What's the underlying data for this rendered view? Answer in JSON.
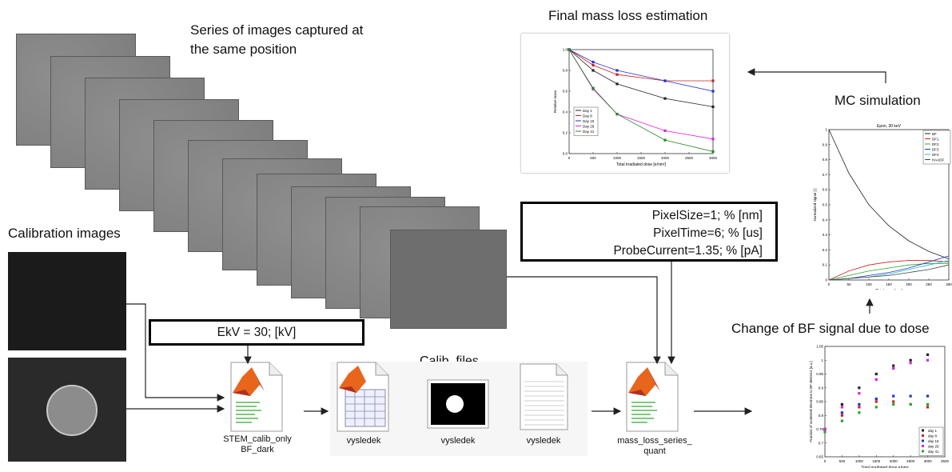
{
  "headings": {
    "final": "Final mass loss estimation",
    "series": "Series of images captured at the same position",
    "calibration": "Calibration images",
    "mc": "MC simulation",
    "bf_change": "Change of BF signal due to dose",
    "calib_files": "Calib. files"
  },
  "params_box": {
    "line1": "PixelSize=1; % [nm]",
    "line2": "PixelTime=6; % [us]",
    "line3": "ProbeCurrent=1.35; % [pA]"
  },
  "ekv_box": "EkV = 30; [kV]",
  "files": {
    "script1": "STEM_calib_only BF_dark",
    "result1": "vysledek",
    "result2": "vysledek",
    "result3": "vysledek",
    "script2": "mass_loss_series_ quant"
  },
  "colors": {
    "arrow": "#222222",
    "matlab_orange": "#e8661c",
    "matlab_red": "#b03020"
  },
  "chart_data": [
    {
      "type": "line",
      "title": "",
      "xlabel": "Total irradiated dose [e/nm²]",
      "ylabel": "Relative mass",
      "xlim": [
        0,
        3000
      ],
      "ylim": [
        0,
        1
      ],
      "x": [
        0,
        500,
        1000,
        2000,
        3000
      ],
      "series": [
        {
          "name": "Day 1",
          "color": "#222222",
          "values": [
            1.0,
            0.8,
            0.67,
            0.53,
            0.45
          ]
        },
        {
          "name": "Day 8",
          "color": "#cc2222",
          "values": [
            1.0,
            0.85,
            0.76,
            0.7,
            0.7
          ]
        },
        {
          "name": "Day 15",
          "color": "#2233cc",
          "values": [
            1.0,
            0.88,
            0.8,
            0.7,
            0.6
          ]
        },
        {
          "name": "Day 29",
          "color": "#dd22dd",
          "values": [
            1.0,
            0.62,
            0.38,
            0.22,
            0.14
          ]
        },
        {
          "name": "Day 41",
          "color": "#228822",
          "values": [
            1.0,
            0.63,
            0.38,
            0.13,
            0.02
          ]
        }
      ],
      "legend": "bottom-left"
    },
    {
      "type": "line",
      "title": "Epon, 30 keV",
      "xlabel": "Thickness [nm]",
      "ylabel": "Normalized signal [-]",
      "xlim": [
        0,
        300
      ],
      "ylim": [
        0,
        1
      ],
      "x": [
        0,
        50,
        100,
        150,
        200,
        250,
        300
      ],
      "series": [
        {
          "name": "BF",
          "color": "#222222",
          "values": [
            1.0,
            0.71,
            0.5,
            0.36,
            0.26,
            0.19,
            0.14
          ]
        },
        {
          "name": "DF1",
          "color": "#cc2222",
          "values": [
            0.0,
            0.06,
            0.1,
            0.12,
            0.13,
            0.13,
            0.12
          ]
        },
        {
          "name": "DF2",
          "color": "#22aa22",
          "values": [
            0.0,
            0.03,
            0.06,
            0.08,
            0.1,
            0.11,
            0.11
          ]
        },
        {
          "name": "DF3",
          "color": "#2233cc",
          "values": [
            0.0,
            0.01,
            0.03,
            0.05,
            0.08,
            0.12,
            0.16
          ]
        },
        {
          "name": "DF4",
          "color": "#22bbbb",
          "values": [
            0.0,
            0.01,
            0.02,
            0.04,
            0.07,
            0.1,
            0.13
          ]
        },
        {
          "name": "HAADF",
          "color": "#444444",
          "values": [
            0.0,
            0.01,
            0.02,
            0.03,
            0.05,
            0.07,
            0.1
          ]
        }
      ],
      "legend": "top-right"
    },
    {
      "type": "scatter",
      "title": "",
      "xlabel": "Total irradiated dose e/nm²",
      "ylabel": "Fraction of scattered electrons to BF detector [a.u.]",
      "xlim": [
        0,
        3500
      ],
      "ylim": [
        0.65,
        1.05
      ],
      "x": [
        0,
        500,
        1000,
        1500,
        2000,
        2500,
        3000
      ],
      "series": [
        {
          "name": "day 1",
          "color": "#222222",
          "values": [
            0.75,
            0.84,
            0.9,
            0.95,
            0.98,
            1.0,
            1.02
          ]
        },
        {
          "name": "day 8",
          "color": "#cc2222",
          "values": [
            0.75,
            0.8,
            0.83,
            0.85,
            0.85,
            0.84,
            0.83
          ]
        },
        {
          "name": "day 15",
          "color": "#2233cc",
          "values": [
            0.75,
            0.81,
            0.84,
            0.86,
            0.87,
            0.87,
            0.87
          ]
        },
        {
          "name": "day 29",
          "color": "#dd22dd",
          "values": [
            0.75,
            0.83,
            0.88,
            0.93,
            0.97,
            0.99,
            1.0
          ]
        },
        {
          "name": "day 41",
          "color": "#22aa22",
          "values": [
            0.74,
            0.78,
            0.81,
            0.83,
            0.84,
            0.84,
            0.84
          ]
        }
      ],
      "legend": "bottom-right"
    }
  ]
}
